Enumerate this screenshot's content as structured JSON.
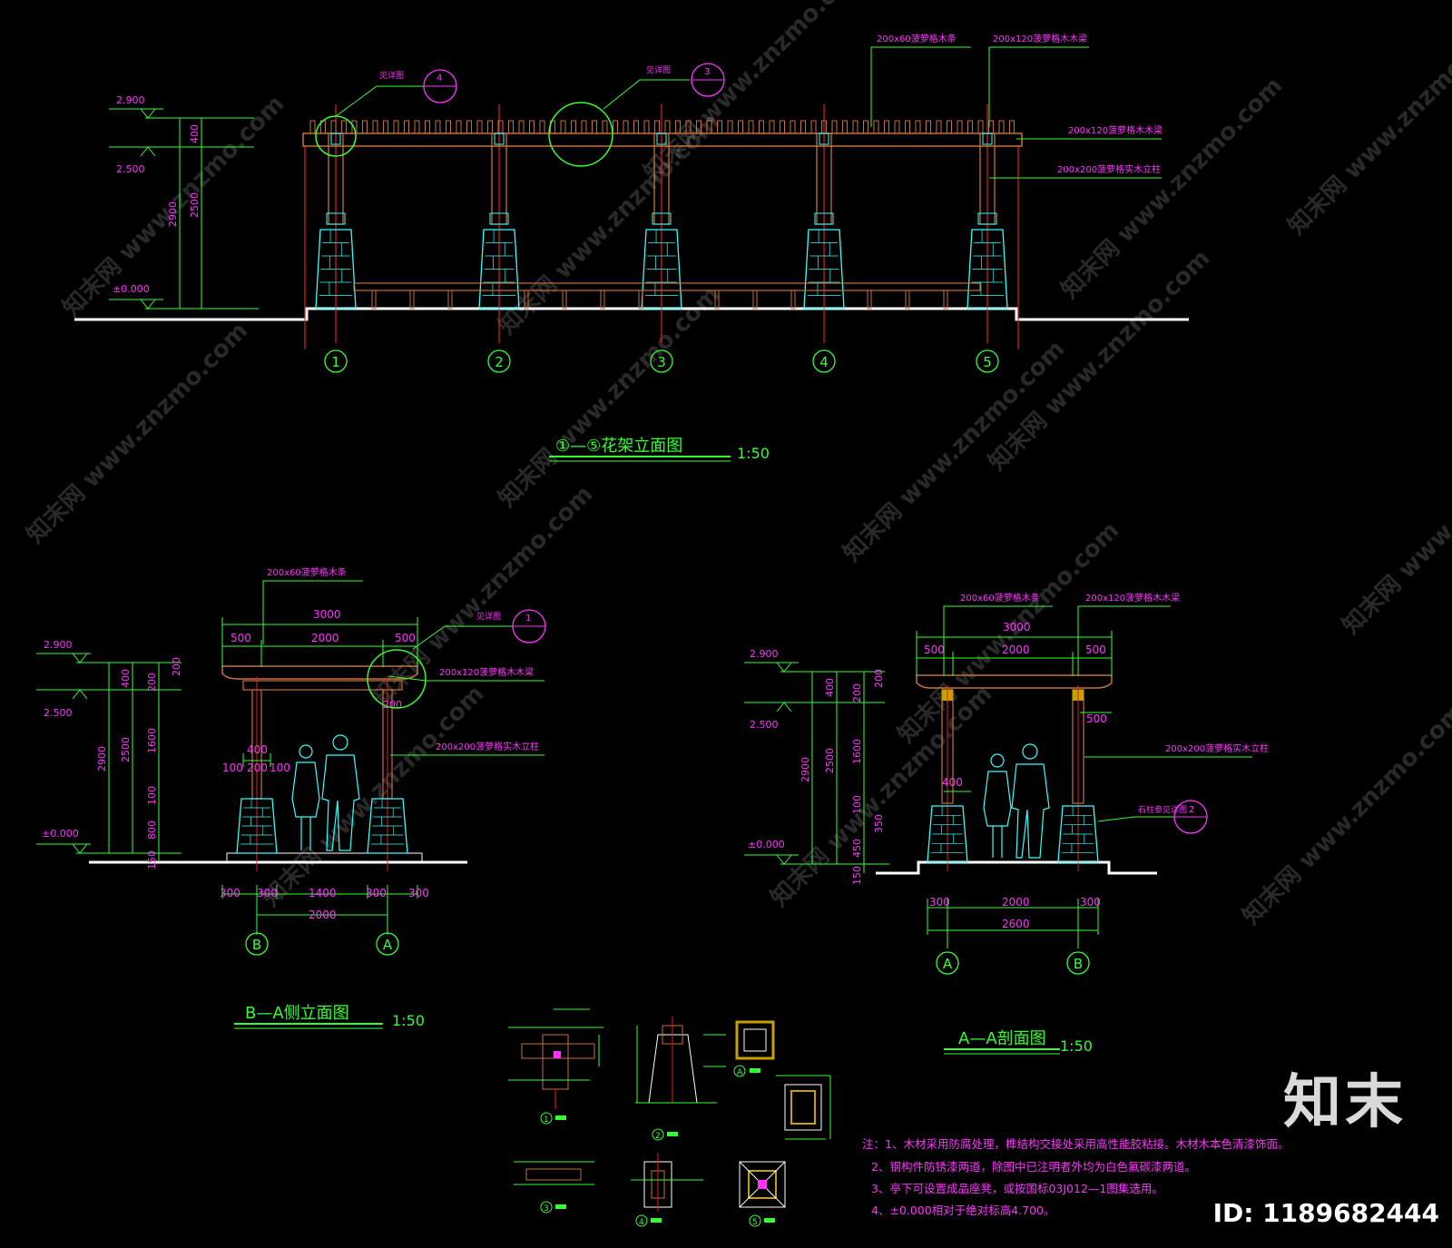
{
  "elevation_main": {
    "title": "①—⑤花架立面图",
    "scale": "1:50",
    "levels": [
      "2.900",
      "2.500",
      "±0.000"
    ],
    "dims": [
      "400",
      "2900",
      "2500"
    ],
    "notes": [
      "200x60菠萝格木条",
      "200x120菠萝格木木梁",
      "200x120菠萝格木木梁",
      "200x200菠萝格实木立柱"
    ],
    "detail_refs": [
      {
        "label": "见详图",
        "num": "4"
      },
      {
        "label": "见详图",
        "num": "3"
      }
    ],
    "axes": [
      "1",
      "2",
      "3",
      "4",
      "5"
    ]
  },
  "side_elevation": {
    "title": "B—A侧立面图",
    "scale": "1:50",
    "levels": [
      "2.900",
      "2.500",
      "±0.000"
    ],
    "top_dims": [
      "3000",
      "500",
      "2000",
      "500"
    ],
    "left_dims": [
      "400",
      "2900",
      "2500",
      "200",
      "1600",
      "100",
      "800",
      "150",
      "200"
    ],
    "post_dims": [
      "400",
      "100",
      "200",
      "100",
      "200"
    ],
    "bottom_dims": [
      "300",
      "300",
      "1400",
      "300",
      "300"
    ],
    "total_dim": "2000",
    "notes": [
      "200x60菠萝格木条",
      "200x120菠萝格木木梁",
      "200x200菠萝格实木立柱"
    ],
    "detail_ref": {
      "label": "见详图",
      "num": "1"
    },
    "axes": [
      "B",
      "A"
    ]
  },
  "section": {
    "title": "A—A剖面图",
    "scale": "1:50",
    "levels": [
      "2.900",
      "2.500",
      "±0.000"
    ],
    "top_dims": [
      "3000",
      "500",
      "2000",
      "500"
    ],
    "left_dims": [
      "400",
      "2900",
      "2500",
      "200",
      "1600",
      "100",
      "450",
      "150",
      "350",
      "200"
    ],
    "side_dims": [
      "500",
      "400"
    ],
    "bottom_dims": [
      "300",
      "2000",
      "300"
    ],
    "total_dim": "2600",
    "notes": [
      "200x60菠萝格木条",
      "200x120菠萝格木木梁",
      "200x200菠萝格实木立柱",
      "石柱参见详图"
    ],
    "detail_ref_num": "2",
    "axes": [
      "A",
      "B"
    ]
  },
  "details": {
    "labels": [
      "1",
      "2",
      "A",
      "3",
      "4",
      "5"
    ]
  },
  "notes": [
    "注：1、木材采用防腐处理，榫结构交接处采用高性能胶粘接。木材木本色清漆饰面。",
    "2、钢构件防锈漆两道，除图中已注明者外均为白色氟碳漆两道。",
    "3、亭下可设置成品座凳，或按国标03J012—1图集选用。",
    "4、±0.000相对于绝对标高4.700。"
  ],
  "watermark": "知末网 www.znzmo.com",
  "brand": "知末",
  "image_id": "ID: 1189682444",
  "colors": {
    "magenta": "#ff33ff",
    "green": "#33ff33",
    "cyan": "#33ffff",
    "wood": "#c8703a",
    "red": "#e02020",
    "white": "#ffffff"
  }
}
